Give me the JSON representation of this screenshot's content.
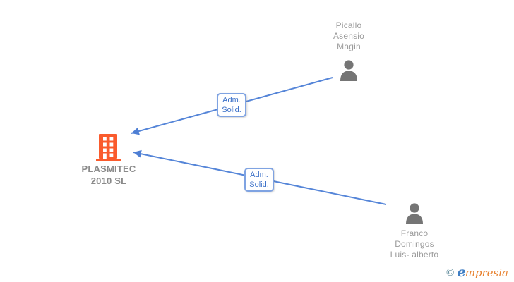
{
  "diagram": {
    "company": {
      "name": [
        "PLASMITEC",
        "2010 SL"
      ]
    },
    "persons": [
      {
        "name": [
          "Picallo",
          "Asensio",
          "Magin"
        ]
      },
      {
        "name": [
          "Franco",
          "Domingos",
          "Luis- alberto"
        ]
      }
    ],
    "edges": [
      {
        "label": [
          "Adm.",
          "Solid."
        ]
      },
      {
        "label": [
          "Adm.",
          "Solid."
        ]
      }
    ],
    "colors": {
      "edge_blue": "#5585d8",
      "edge_label_border": "#7fa3e2",
      "edge_label_text": "#3b70c8",
      "building_orange": "#fa5b2d",
      "person_gray": "#757575",
      "person_name_gray": "#9b9b9b",
      "company_name_gray": "#8a8a8a"
    }
  },
  "watermark": {
    "copyright_symbol": "©",
    "brand_first_letter": "e",
    "brand_rest": "mpresia"
  }
}
